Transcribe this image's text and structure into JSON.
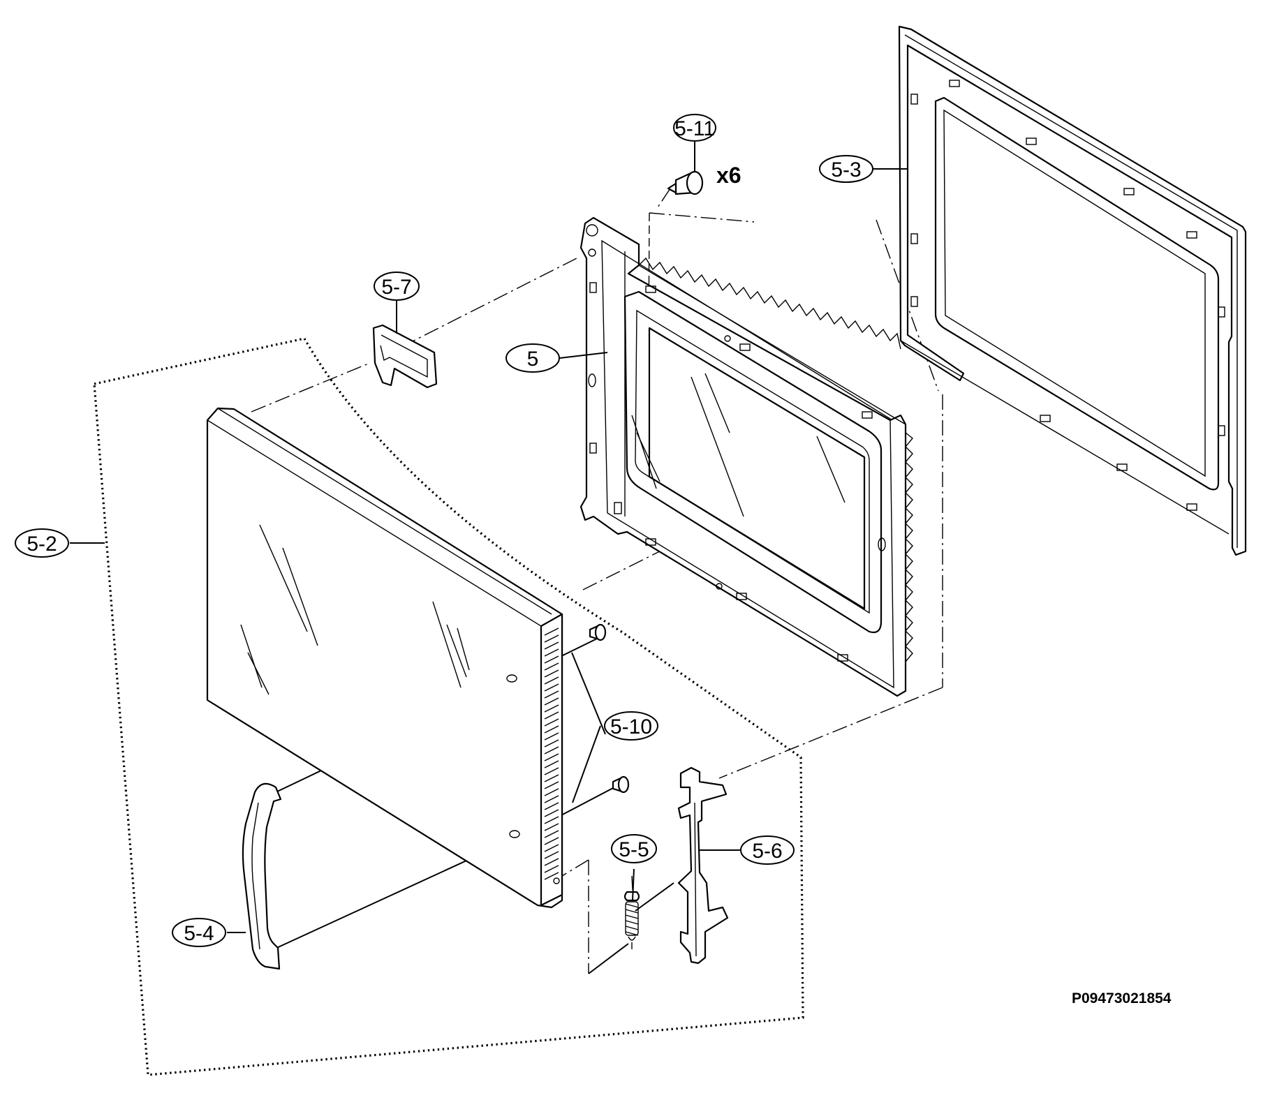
{
  "diagram": {
    "quantity_label": "x6",
    "drawing_code": "P09473021854",
    "callouts": {
      "p5_11": "5-11",
      "p5_3": "5-3",
      "p5_7": "5-7",
      "p5": "5",
      "p5_2": "5-2",
      "p5_10": "5-10",
      "p5_5": "5-5",
      "p5_6": "5-6",
      "p5_4": "5-4"
    }
  }
}
